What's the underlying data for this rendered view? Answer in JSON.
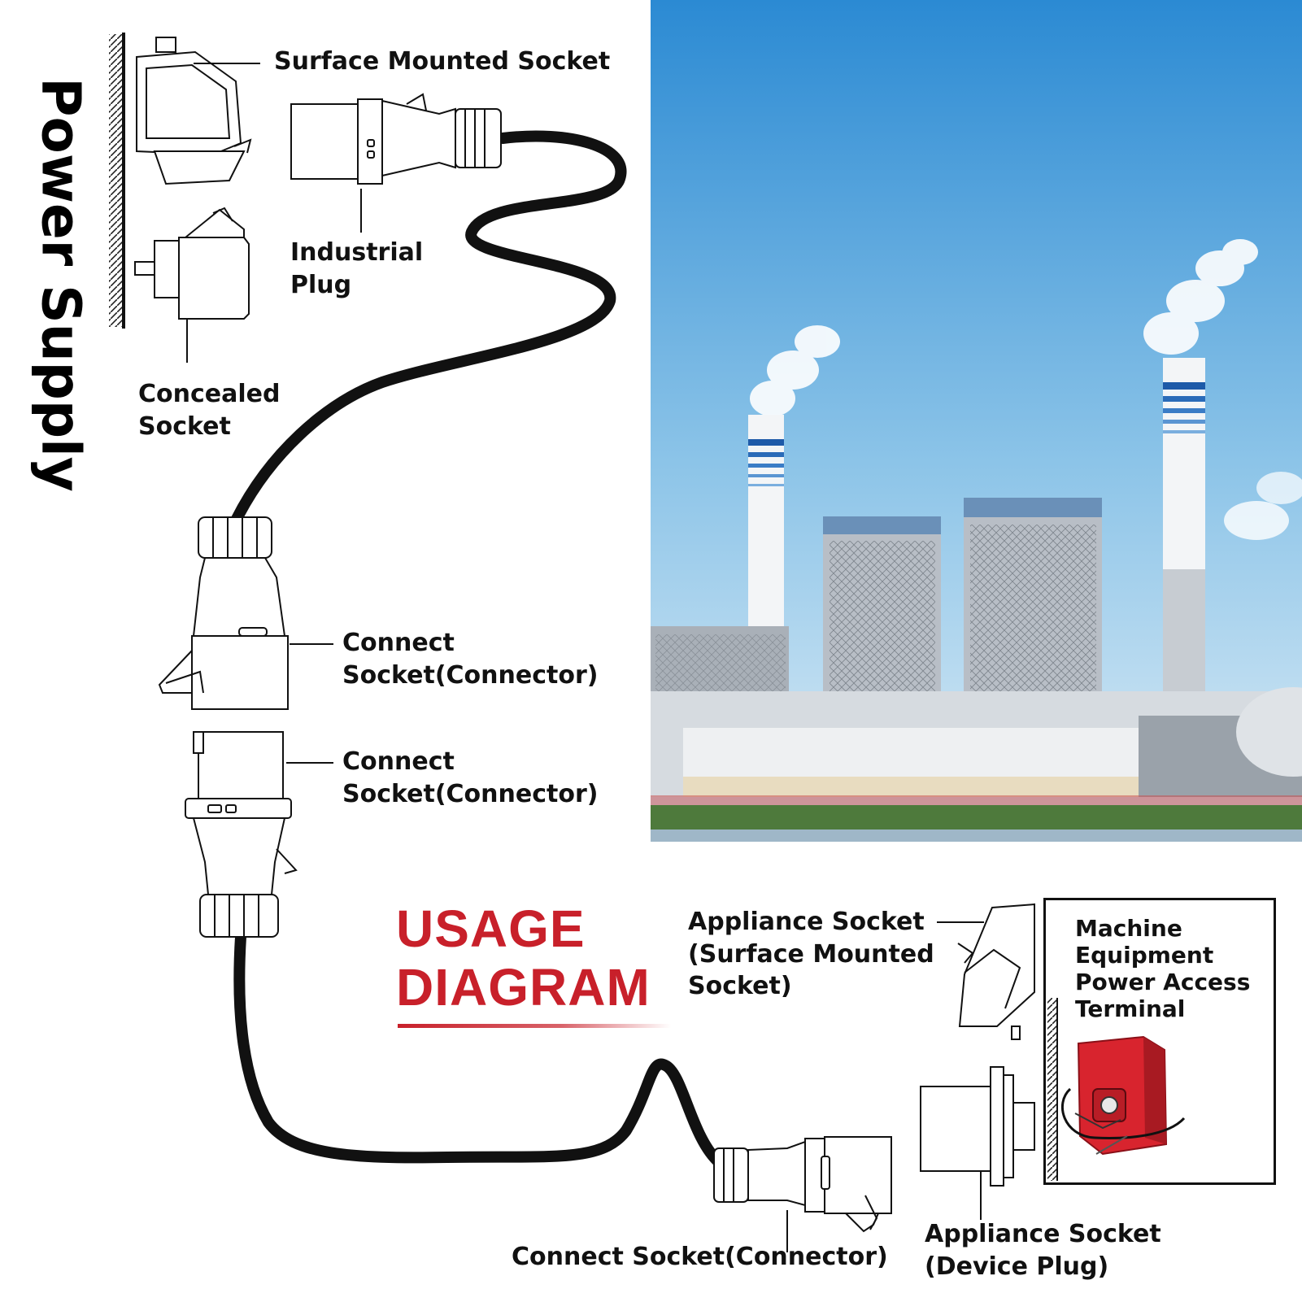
{
  "title": "Power Supply",
  "heading": {
    "line1": "USAGE",
    "line2": "DIAGRAM"
  },
  "labels": {
    "surface_mounted_socket": "Surface Mounted Socket",
    "industrial_plug": "Industrial\nPlug",
    "concealed_socket": "Concealed\nSocket",
    "connect_socket_1": "Connect\nSocket(Connector)",
    "connect_socket_2": "Connect\nSocket(Connector)",
    "appliance_socket_surface": "Appliance Socket\n(Surface Mounted\nSocket)",
    "machine_terminal": "Machine\nEquipment\nPower Access\nTerminal",
    "connect_socket_bottom": "Connect Socket(Connector)",
    "appliance_device_plug": "Appliance Socket\n(Device Plug)"
  },
  "colors": {
    "accent_red": "#c8202a",
    "line_black": "#111111",
    "sky_top": "#2f8fd6",
    "sky_bottom": "#d9ecf7",
    "machine_red": "#d8242e"
  }
}
